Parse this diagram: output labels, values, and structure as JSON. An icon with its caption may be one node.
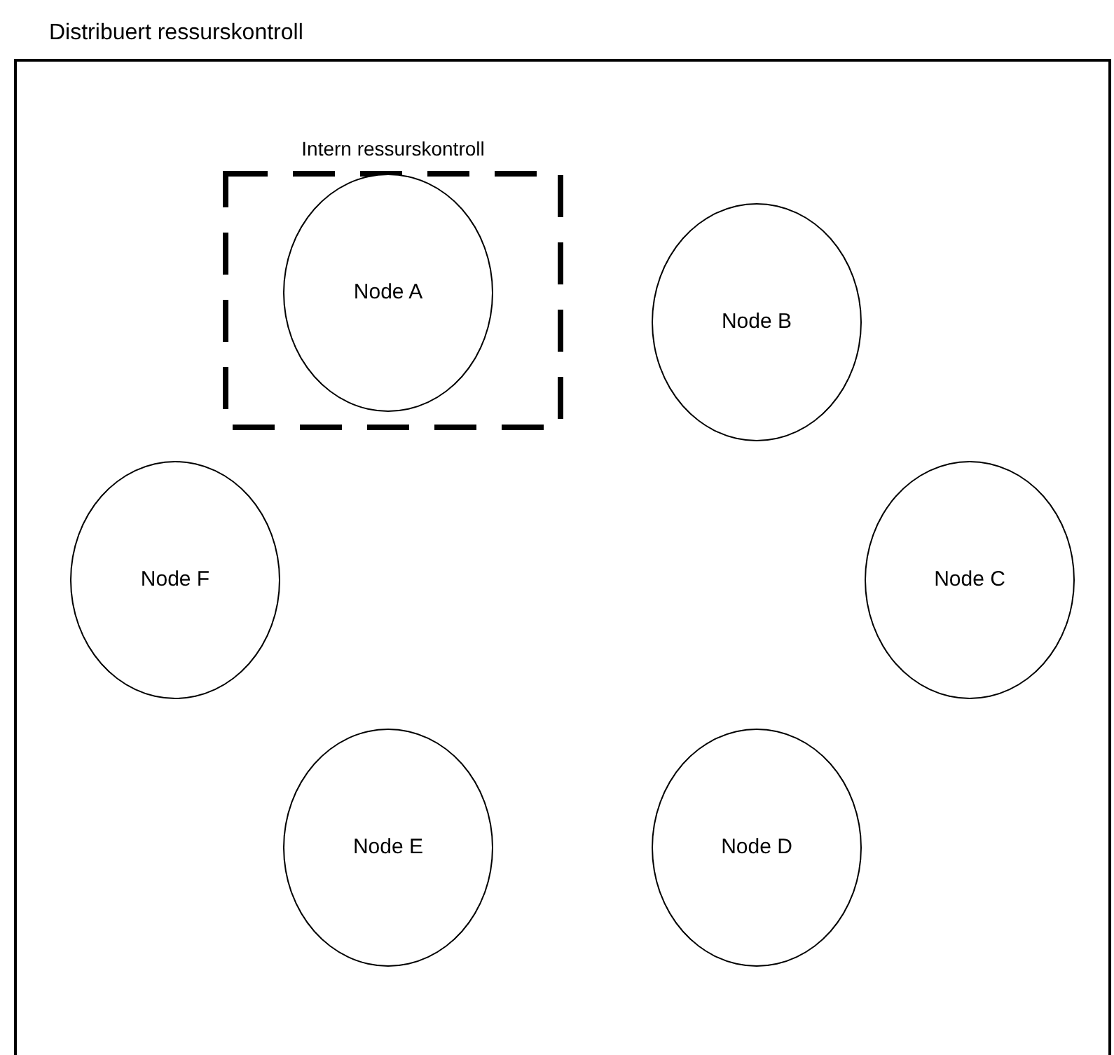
{
  "diagram": {
    "nodes": [
      {
        "text": [
          "Distribuert ressurskontroll"
        ]
      },
      {
        "text": [
          "Intern ressurskontroll"
        ],
        "in": 0
      },
      {
        "text": [
          "Node A"
        ],
        "in": 1
      },
      {
        "text": [
          "Node B"
        ],
        "in": 0
      },
      {
        "text": [
          "Node C"
        ],
        "in": 0
      },
      {
        "text": [
          "Node D"
        ],
        "in": 0
      },
      {
        "text": [
          "Node E"
        ],
        "in": 0
      },
      {
        "text": [
          "Node F"
        ],
        "in": 0
      }
    ]
  }
}
